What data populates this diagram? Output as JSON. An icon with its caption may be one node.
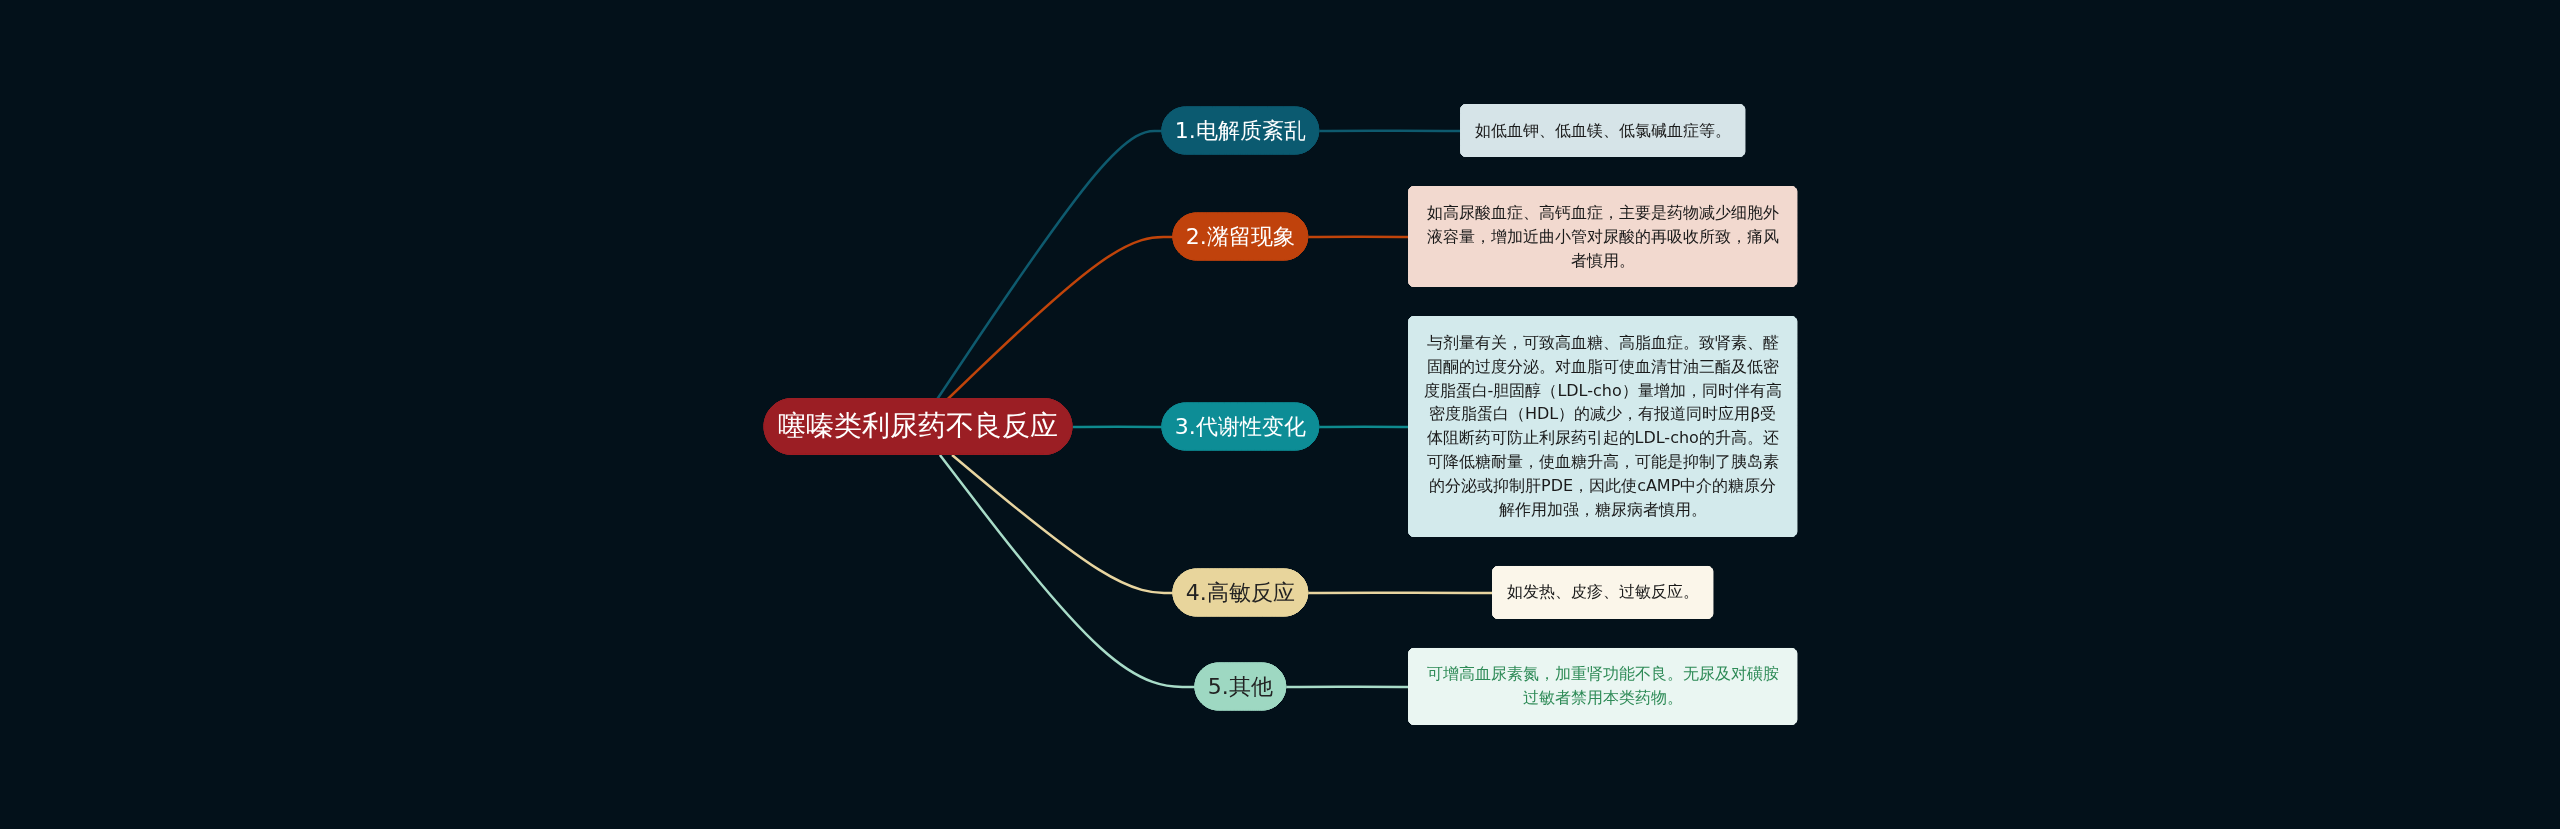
{
  "diagram": {
    "nodes": [
      {
        "text": [
          "噻嗪类利尿药不良反应"
        ]
      },
      {
        "text": [
          "1.电解质紊乱"
        ]
      },
      {
        "text": [
          "如低血钾、低血镁、低氯碱血症等。"
        ]
      },
      {
        "text": [
          "2.潴留现象"
        ]
      },
      {
        "text": [
          "如高尿酸血症、高钙血症，主要是药物减少细胞外液容量，增加近曲小管对尿酸的再吸收所致，痛风者慎用。"
        ]
      },
      {
        "text": [
          "3.代谢性变化"
        ]
      },
      {
        "text": [
          "与剂量有关，可致高血糖、高脂血症。致肾素、醛固酮的过度分泌。对血脂可使血清甘油三酯及低密度脂蛋白-胆固醇（LDL-cho）量增加，同时伴有高密度脂蛋白（HDL）的减少，有报道同时应用β受体阻断药可防止利尿药引起的LDL-cho的升高。还可降低糖耐量，使血糖升高，可能是抑制了胰岛素的分泌或抑制肝PDE，因此使cAMP中介的糖原分解作用加强，糖尿病者慎用。"
        ]
      },
      {
        "text": [
          "4.高敏反应"
        ]
      },
      {
        "text": [
          "如发热、皮疹、过敏反应。"
        ]
      },
      {
        "text": [
          "5.其他"
        ]
      },
      {
        "text": [
          "可增高血尿素氮，加重肾功能不良。无尿及对磺胺过敏者禁用本类药物。"
        ]
      }
    ],
    "edges": [
      {
        "from": 0,
        "to": 1,
        "arrow": "none",
        "color": "#0e5a6e"
      },
      {
        "from": 1,
        "to": 2,
        "arrow": "none",
        "color": "#0e5a6e"
      },
      {
        "from": 0,
        "to": 3,
        "arrow": "none",
        "color": "#c0440a"
      },
      {
        "from": 3,
        "to": 4,
        "arrow": "none",
        "color": "#c0440a"
      },
      {
        "from": 0,
        "to": 5,
        "arrow": "none",
        "color": "#0e8a8e"
      },
      {
        "from": 5,
        "to": 6,
        "arrow": "none",
        "color": "#0e8a8e"
      },
      {
        "from": 0,
        "to": 7,
        "arrow": "none",
        "color": "#e8d5a0"
      },
      {
        "from": 7,
        "to": 8,
        "arrow": "none",
        "color": "#e8d5a0"
      },
      {
        "from": 0,
        "to": 9,
        "arrow": "none",
        "color": "#a8dcc8"
      },
      {
        "from": 9,
        "to": 10,
        "arrow": "none",
        "color": "#a8dcc8"
      }
    ]
  }
}
